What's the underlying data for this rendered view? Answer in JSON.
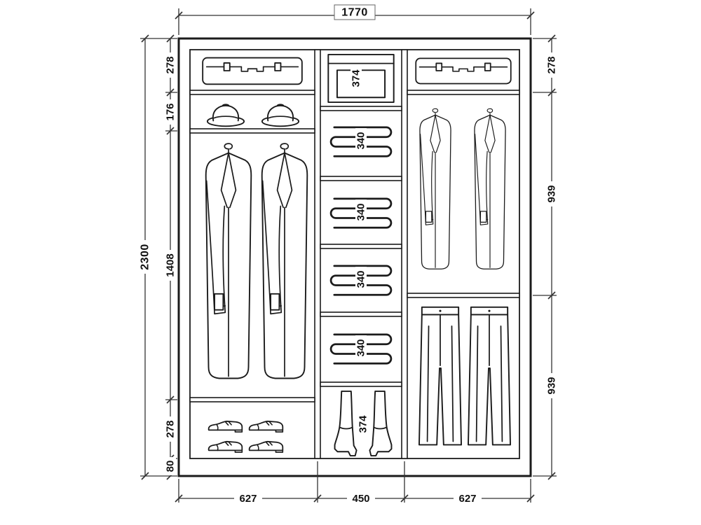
{
  "diagram": {
    "overall": {
      "width": "1770",
      "height": "2300"
    },
    "left_dims": [
      "278",
      "176",
      "1408",
      "278",
      "80"
    ],
    "right_dims": [
      "278",
      "939",
      "939"
    ],
    "bottom_dims": [
      "627",
      "450",
      "627"
    ],
    "middle_dims": [
      "374",
      "340",
      "340",
      "340",
      "340",
      "374"
    ],
    "colors": {
      "line": "#1b1b1b",
      "dim_line": "#333333",
      "background": "#ffffff"
    },
    "icons": [
      "suitcase-icon",
      "hat-icon",
      "coat-icon",
      "folded-linen-icon",
      "storage-box-icon",
      "boot-icon",
      "shoe-icon",
      "trousers-icon"
    ]
  }
}
